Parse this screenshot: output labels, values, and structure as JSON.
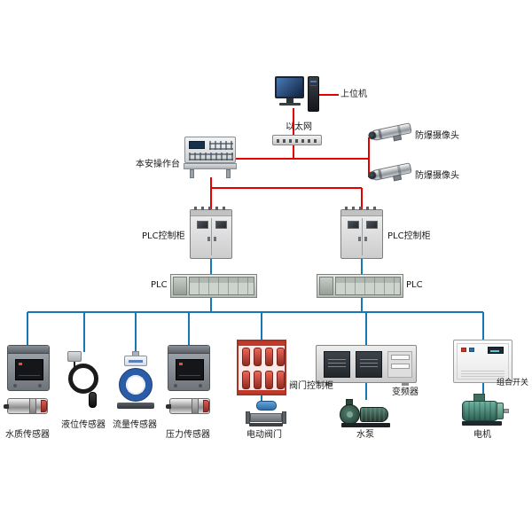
{
  "colors": {
    "wire_red": "#e60000",
    "wire_blue": "#1878b6"
  },
  "labels": {
    "host": "上位机",
    "ethernet": "以太网",
    "camera_top": "防爆摄像头",
    "camera_bottom": "防爆摄像头",
    "console": "本安操作台",
    "plc_cabinet_left": "PLC控制柜",
    "plc_cabinet_right": "PLC控制柜",
    "plc_left": "PLC",
    "plc_right": "PLC",
    "water_quality_sensor": "水质传感器",
    "level_sensor": "液位传感器",
    "flow_sensor": "流量传感器",
    "pressure_sensor": "压力传感器",
    "valve_control_cabinet": "阀门控制柜",
    "electric_valve": "电动阀门",
    "inverter": "变频器",
    "water_pump": "水泵",
    "combination_switch": "组合开关",
    "motor": "电机"
  }
}
